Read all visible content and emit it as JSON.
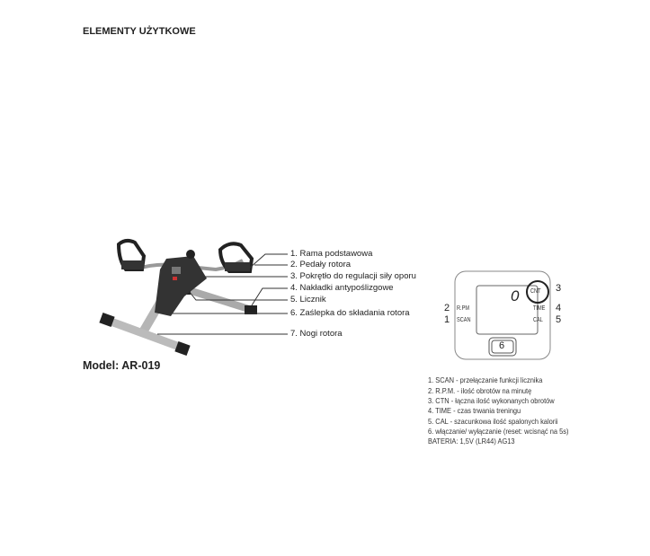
{
  "title": "ELEMENTY UŻYTKOWE",
  "model": "Model: AR-019",
  "parts": [
    "1. Rama podstawowa",
    "2. Pedały rotora",
    "3. Pokrętło do regulacji siły oporu",
    "4. Nakładki antypoślizgowe",
    "5. Licznik",
    "6. Zaślepka do składania rotora",
    "7. Nogi rotora"
  ],
  "counter": {
    "display_value": "0",
    "labels": {
      "cnt": "CNT",
      "rpm": "R.PM",
      "scan": "SCAN",
      "time": "TIME",
      "cal": "CAL"
    },
    "numbers": {
      "n1": "1",
      "n2": "2",
      "n3": "3",
      "n4": "4",
      "n5": "5",
      "n6": "6"
    }
  },
  "legend": [
    "1. SCAN - przełączanie funkcji licznika",
    "2. R.P.M. - ilość obrotów na minutę",
    "3. CTN - łączna ilość wykonanych obrotów",
    "4. TIME - czas trwania treningu",
    "5. CAL - szacunkowa ilość spalonych kalorii",
    "6. włączanie/ wyłączanie (reset: wcisnąć na 5s)",
    "BATERIA: 1,5V (LR44) AG13"
  ]
}
